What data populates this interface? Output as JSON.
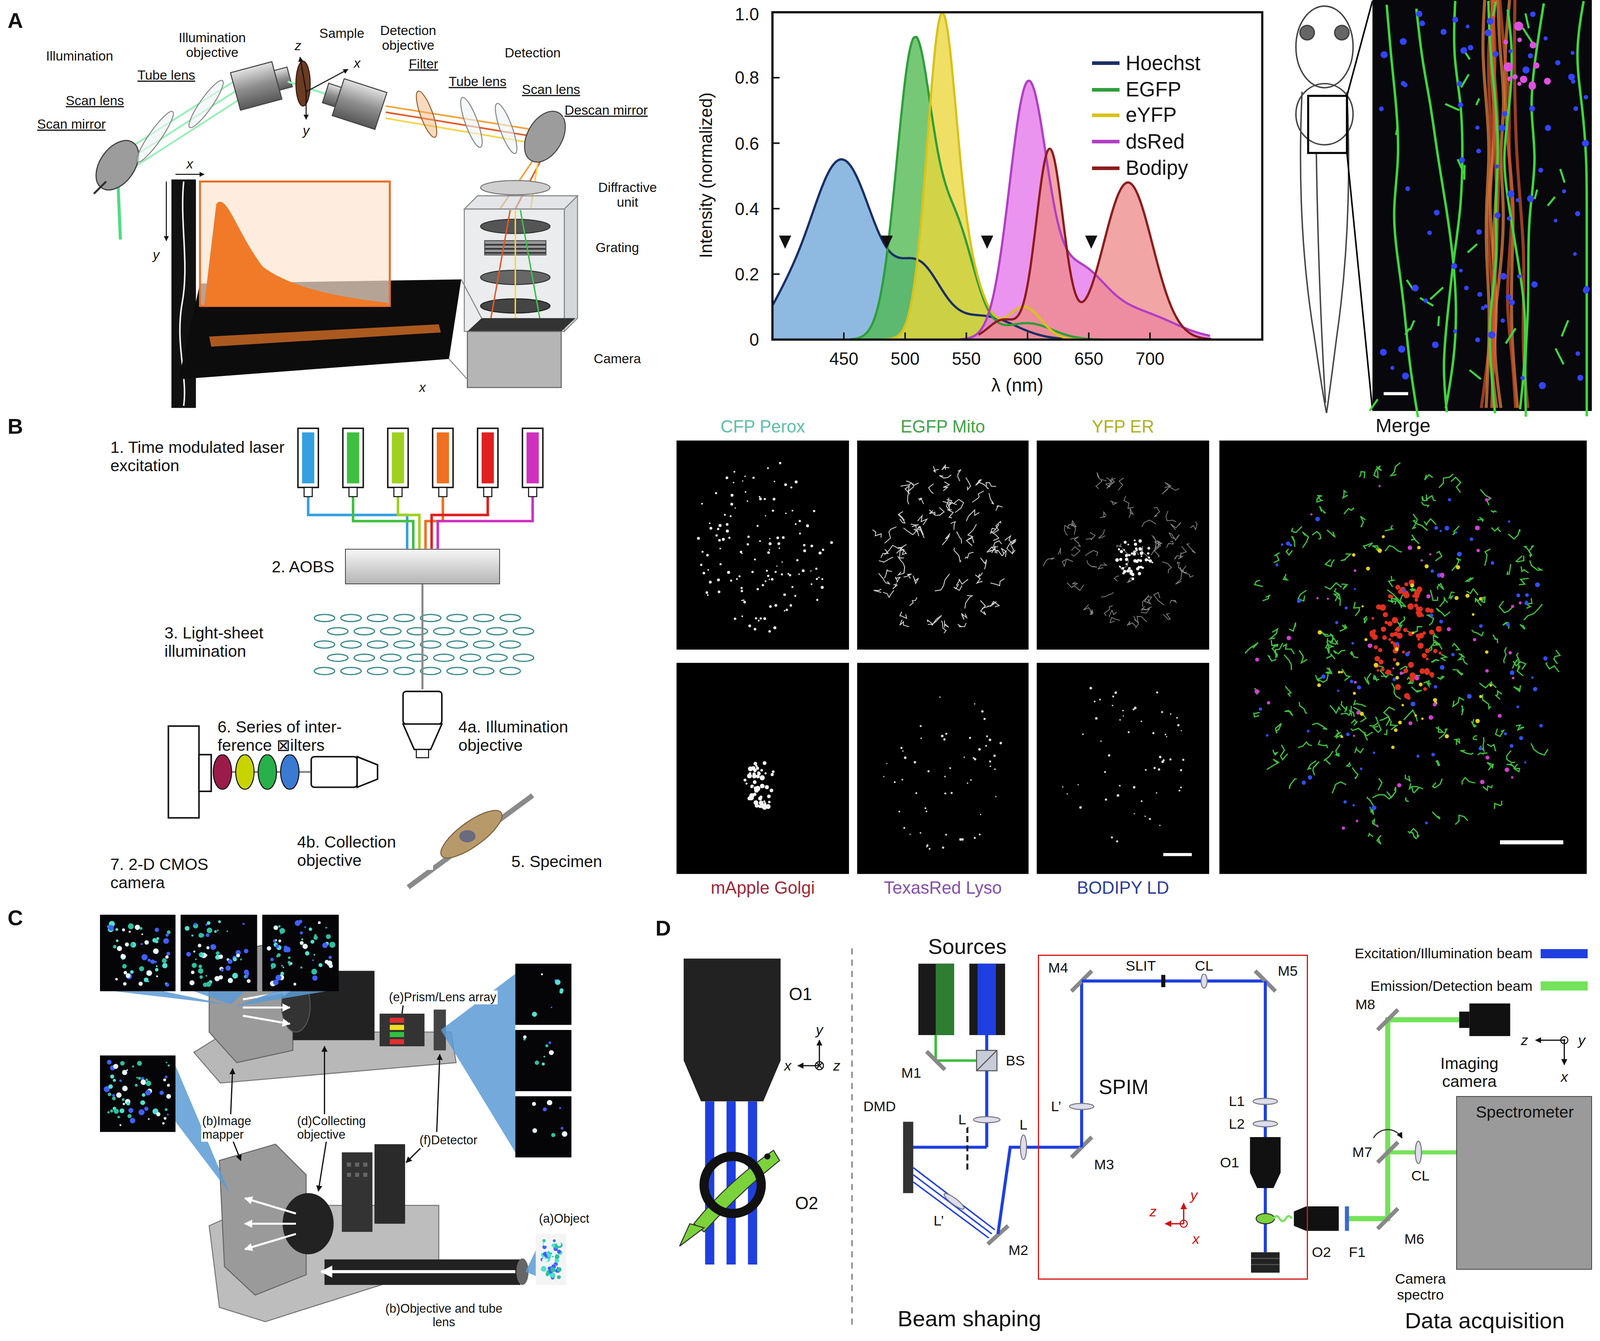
{
  "diagram": {
    "nodes": [
      {
        "text": [
          "2. AOBS"
        ]
      },
      {
        "text": [
          "CFP Perox"
        ]
      },
      {
        "text": [
          "EGFP Mito"
        ]
      },
      {
        "text": [
          "YFP ER"
        ]
      },
      {
        "text": [
          "Merge"
        ]
      },
      {
        "text": [
          "mApple Golgi"
        ]
      },
      {
        "text": [
          "TexasRed Lyso"
        ]
      },
      {
        "text": [
          "BODIPY LD"
        ]
      },
      {
        "text": [
          "SPIM"
        ]
      },
      {
        "text": [
          "Spectrometer"
        ]
      }
    ],
    "labels": [
      "A",
      "Illumination",
      "Illumination objective",
      "Sample",
      "Detection objective",
      "Detection",
      "Tube lens",
      "Scan lens",
      "Scan mirror",
      "z",
      "x",
      "y",
      "Filter",
      "Tube lens",
      "Scan lens",
      "Descan mirror",
      "Diffractive unit",
      "Grating",
      "Camera",
      "x",
      "y",
      "x",
      "0",
      "0.2",
      "0.4",
      "0.6",
      "0.8",
      "1.0",
      "450",
      "500",
      "550",
      "600",
      "650",
      "700",
      "Intensity (normalized)",
      "λ (nm)",
      "B",
      "1. Time modulated laser excitation",
      "3. Light-sheet illumination",
      "4a. Illumination objective",
      "6. Series of inter- ference ⊠ilters",
      "4b. Collection objective",
      "5. Specimen",
      "7. 2-D CMOS camera",
      "C",
      "(e)Prism/Lens array",
      "(b)Image mapper",
      "(d)Collecting objective",
      "(f)Detector",
      "(a)Object",
      "(b)Objective and tube lens",
      "D",
      "O1",
      "y",
      "x",
      "z",
      "O2",
      "Sources",
      "M1",
      "BS",
      "L",
      "DMD",
      "L’",
      "L",
      "M2",
      "Beam shaping",
      "M4",
      "SLIT",
      "CL",
      "M5",
      "L’",
      "M3",
      "L1",
      "L2",
      "O1",
      "y",
      "z",
      "x",
      "O2",
      "F1",
      "M8",
      "Imaging camera",
      "z",
      "y",
      "x",
      "M7",
      "CL",
      "M6",
      "Camera spectro",
      "Data acquisition"
    ],
    "legend": [
      {
        "text": "Hoechst",
        "color": "#1b2f66"
      },
      {
        "text": "EGFP",
        "color": "#2e9e3a"
      },
      {
        "text": "eYFP",
        "color": "#d8c21a"
      },
      {
        "text": "dsRed",
        "color": "#b13fc4"
      },
      {
        "text": "Bodipy",
        "color": "#8b1c1c"
      },
      {
        "text": "Excitation/Illumination beam",
        "color": "#1f3fe0"
      },
      {
        "text": "Emission/Detection beam",
        "color": "#74e25a"
      }
    ]
  }
}
